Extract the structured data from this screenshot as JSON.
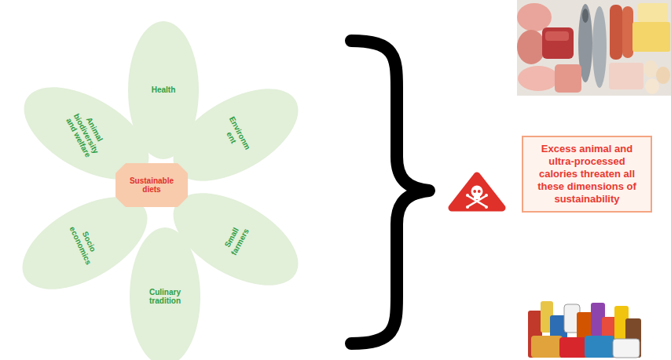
{
  "diagram": {
    "nodes": [
      {
        "text": [
          "Sustainable diets"
        ]
      },
      {
        "text": [
          "Health"
        ]
      },
      {
        "text": [
          "Environm ent"
        ]
      },
      {
        "text": [
          "Small farmers"
        ]
      },
      {
        "text": [
          "Culinary tradition"
        ]
      },
      {
        "text": [
          "Socio economics"
        ]
      },
      {
        "text": [
          "Animal biodiversity and welfare"
        ]
      },
      {
        "text": [
          "Excess animal and ultra-processed calories threaten all these dimensions of sustainability"
        ]
      }
    ]
  }
}
